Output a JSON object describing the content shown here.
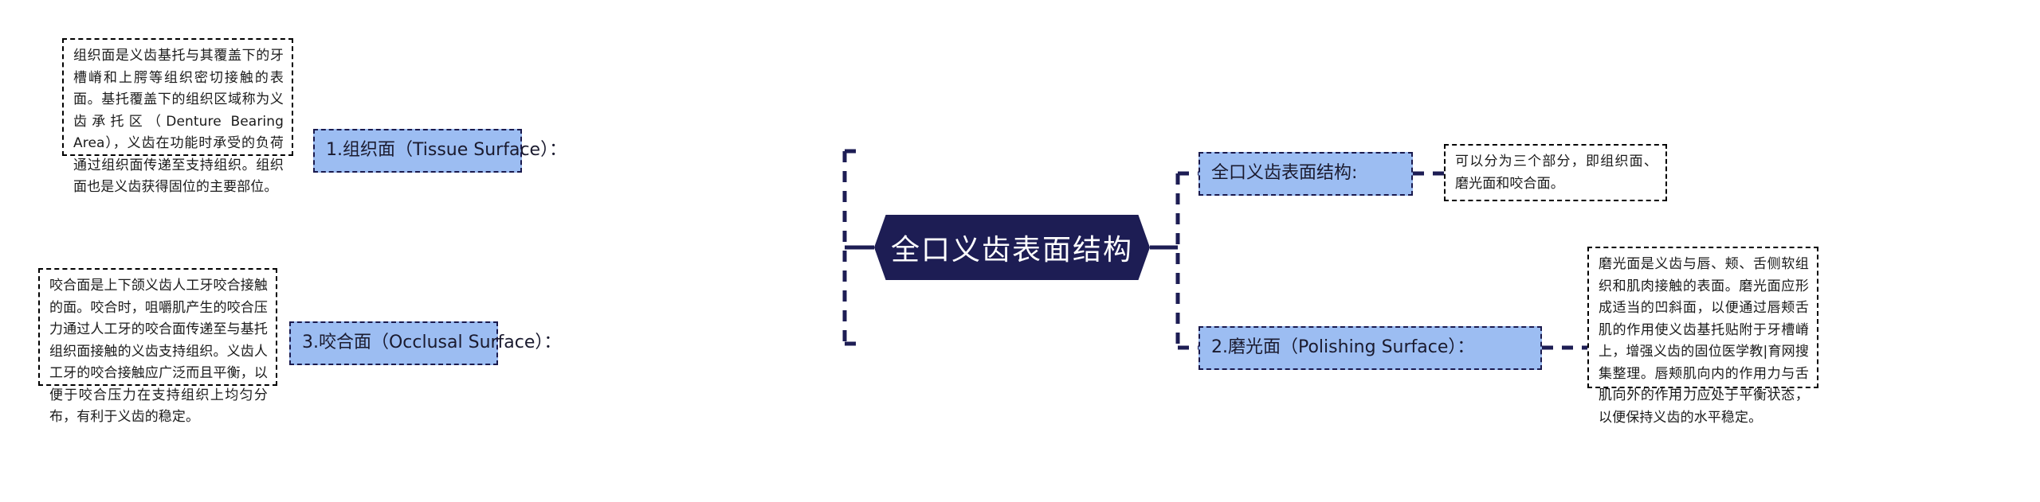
{
  "diagram": {
    "type": "mind-map",
    "title": "全口义齿表面结构",
    "colors": {
      "center_fill": "#1d1d54",
      "center_text": "#ffffff",
      "branch_fill": "#9CBDF2",
      "branch_border": "#1a1a4e",
      "leaf_fill": "#ffffff",
      "leaf_border": "#000000",
      "connector": "#1d1d54",
      "background": "#ffffff"
    }
  },
  "center": {
    "label": "全口义齿表面结构"
  },
  "branches": {
    "left": [
      {
        "id": "tissue-surface",
        "label": "1.组织面（Tissue Surface）：",
        "detail": "组织面是义齿基托与其覆盖下的牙槽嵴和上腭等组织密切接触的表面。基托覆盖下的组织区域称为义齿承托区（Denture Bearing Area），义齿在功能时承受的负荷通过组织面传递至支持组织。组织面也是义齿获得固位的主要部位。"
      },
      {
        "id": "occlusal-surface",
        "label": "3.咬合面（Occlusal Surface）：",
        "detail": "咬合面是上下颌义齿人工牙咬合接触的面。咬合时，咀嚼肌产生的咬合压力通过人工牙的咬合面传递至与基托组织面接触的义齿支持组织。义齿人工牙的咬合接触应广泛而且平衡，以便于咬合压力在支持组织上均匀分布，有利于义齿的稳定。"
      }
    ],
    "right": [
      {
        "id": "surface-structure",
        "label": "全口义齿表面结构:",
        "detail": "可以分为三个部分，即组织面、磨光面和咬合面。"
      },
      {
        "id": "polishing-surface",
        "label": "2.磨光面（Polishing Surface）：",
        "detail": "磨光面是义齿与唇、颊、舌侧软组织和肌肉接触的表面。磨光面应形成适当的凹斜面，以便通过唇颊舌肌的作用使义齿基托贴附于牙槽嵴上，增强义齿的固位医学教|育网搜集整理。唇颊肌向内的作用力与舌肌向外的作用力应处于平衡状态，以便保持义齿的水平稳定。"
      }
    ]
  }
}
